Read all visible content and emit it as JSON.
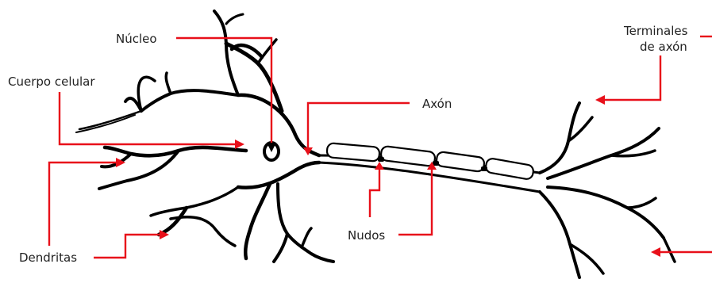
{
  "labels": {
    "nucleus": "Núcleo",
    "cell_body": "Cuerpo celular",
    "axon": "Axón",
    "dendrites": "Dendritas",
    "nodes": "Nudos",
    "axon_terminals_line1": "Terminales",
    "axon_terminals_line2": "de axón"
  },
  "colors": {
    "leader": "#e8101a",
    "ink": "#000000",
    "text": "#222222"
  }
}
